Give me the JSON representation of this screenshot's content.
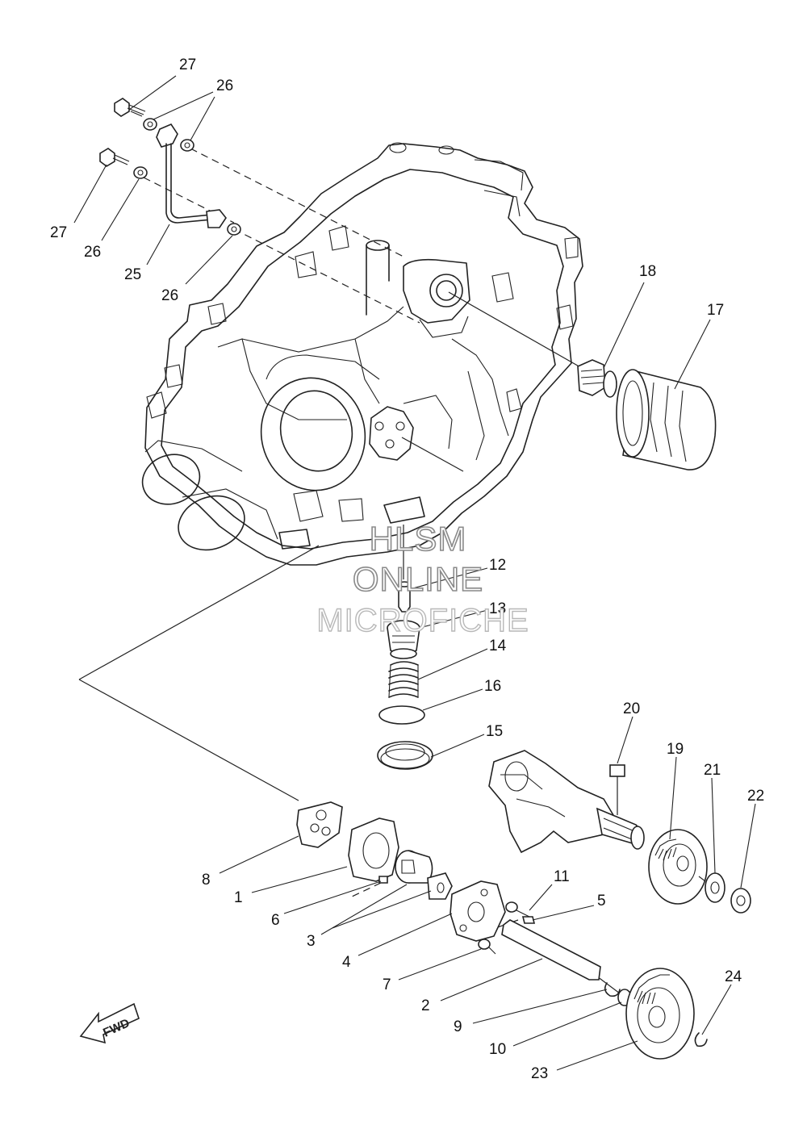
{
  "watermark": {
    "line1": "HLSM",
    "line2": "ONLINE",
    "line3": "MICROFICHE"
  },
  "direction_marker": {
    "label": "FWD",
    "icon": "fwd-arrow-icon"
  },
  "callouts": {
    "p1": "1",
    "p2": "2",
    "p3": "3",
    "p4": "4",
    "p5": "5",
    "p6": "6",
    "p7": "7",
    "p8": "8",
    "p9": "9",
    "p10": "10",
    "p11": "11",
    "p12": "12",
    "p13": "13",
    "p14": "14",
    "p15": "15",
    "p16": "16",
    "p17": "17",
    "p18": "18",
    "p19": "19",
    "p20": "20",
    "p21": "21",
    "p22": "22",
    "p23": "23",
    "p24": "24",
    "p25": "25",
    "p26a": "26",
    "p26b": "26",
    "p26c": "26",
    "p27a": "27",
    "p27b": "27"
  }
}
